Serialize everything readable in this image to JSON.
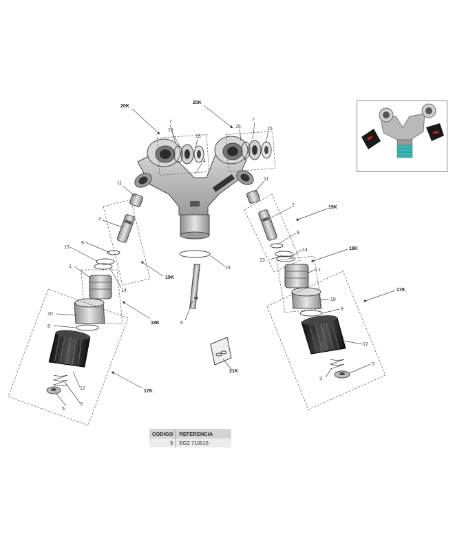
{
  "labels": {
    "l20k_a": "20K",
    "l20k_b": "20K",
    "l7_a": "7",
    "l7_b": "7",
    "l15_a": "15",
    "l15_b": "15",
    "l15_c": "15",
    "l15_d": "15",
    "l4": "4",
    "l11_a": "11",
    "l11_b": "11",
    "l2_a": "2",
    "l2_b": "2",
    "l9_a": "9",
    "l9_b": "9",
    "l13_a": "13",
    "l13_b": "13",
    "l14_a": "14",
    "l14_b": "14",
    "l1_a": "1",
    "l1_b": "1",
    "l10_a": "10",
    "l10_b": "10",
    "l8_a": "8",
    "l8_b": "8",
    "l12_a": "12",
    "l12_b": "12",
    "l3_a": "3",
    "l3_b": "3",
    "l5_a": "5",
    "l5_b": "5",
    "l16": "16",
    "l6": "6",
    "l21k": "21K",
    "l19k_a": "19K",
    "l19k_b": "19K",
    "l18k_a": "18K",
    "l18k_b": "18K",
    "l17k_a": "17K",
    "l17k_b": "17K"
  },
  "table": {
    "headers": [
      "CODIGO",
      "REFERENCIA"
    ],
    "rows": [
      {
        "codigo": "5",
        "referencia": "EGZ 710015"
      }
    ]
  },
  "colors": {
    "body_gray": "#bdbdbd",
    "knob_black": "#1a1a1a",
    "accent_red": "#c62828",
    "thread_teal": "#3fb7b1"
  }
}
